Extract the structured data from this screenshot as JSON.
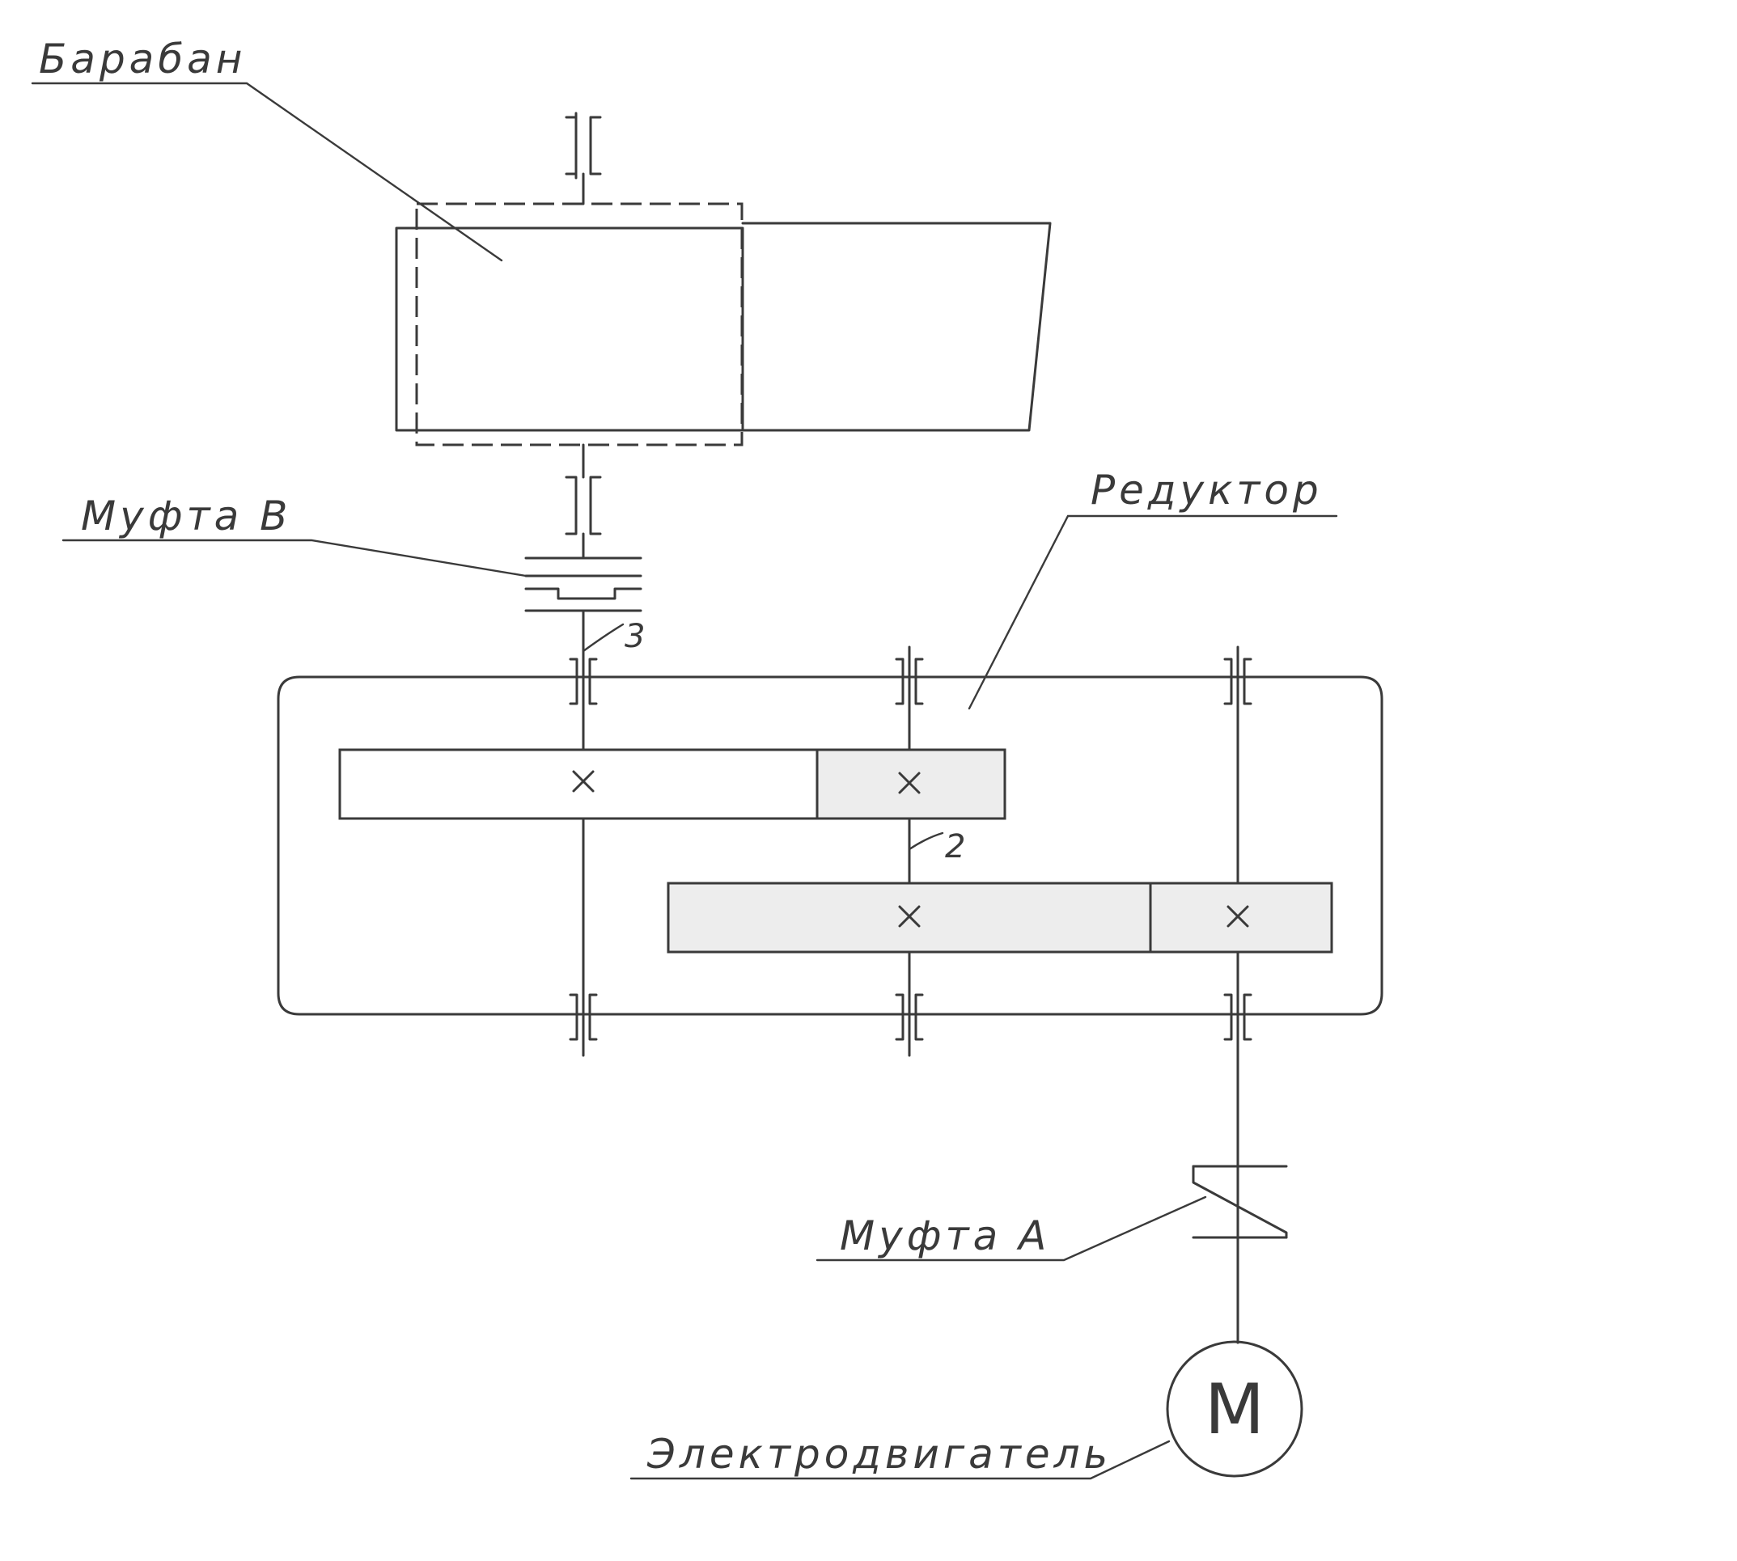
{
  "labels": {
    "drum": "Барабан",
    "coupling_b": "Муфта В",
    "reducer": "Редуктор",
    "coupling_a": "Муфта А",
    "motor": "Электродвигатель",
    "motor_symbol": "М",
    "shaft_3": "3",
    "shaft_2": "2"
  },
  "colors": {
    "line": "#3a3a3a",
    "gear_shade": "#ededed",
    "background": "#ffffff"
  }
}
